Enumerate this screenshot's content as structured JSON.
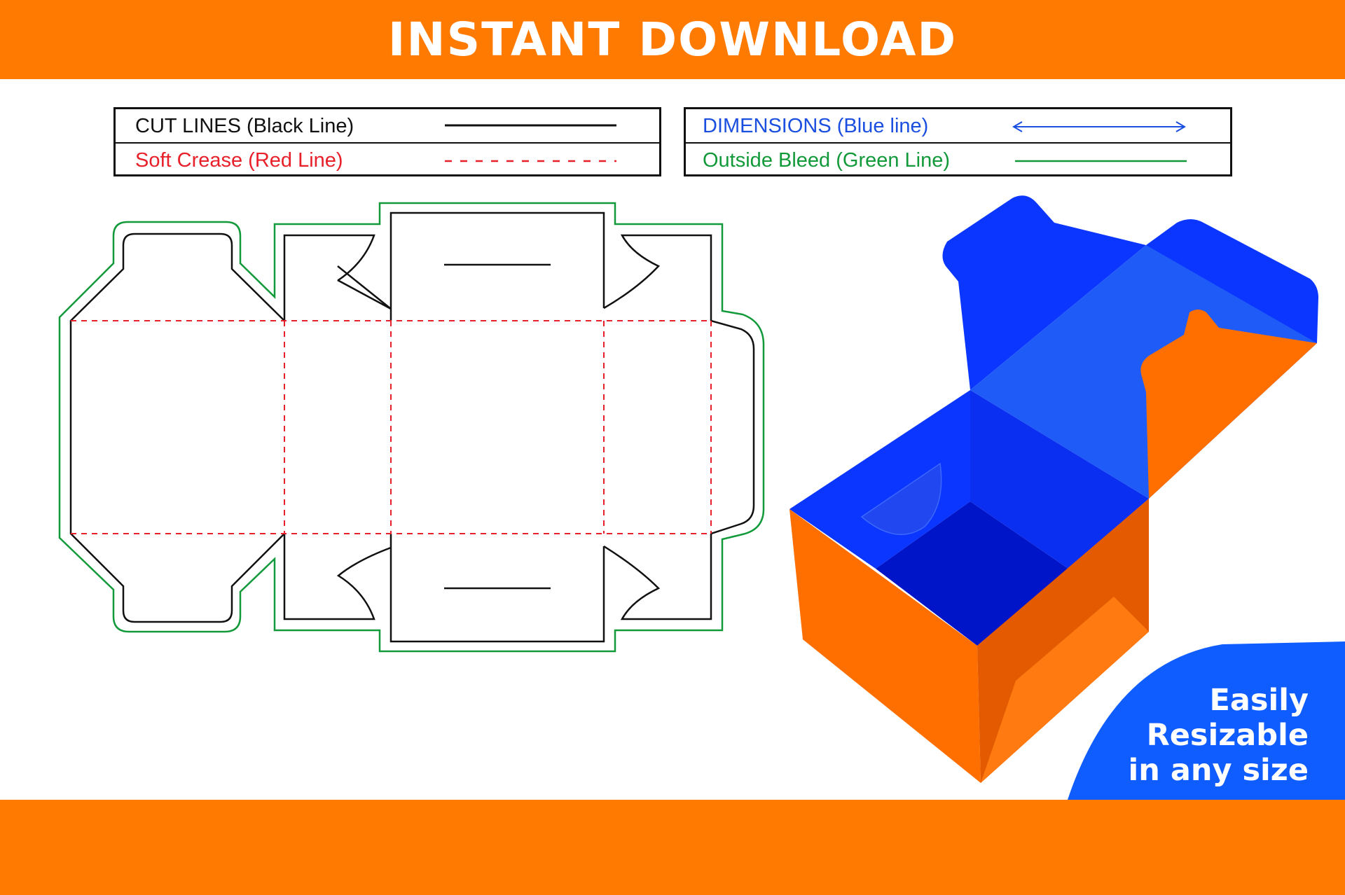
{
  "header": {
    "title": "INSTANT DOWNLOAD"
  },
  "legend": {
    "cut_lines": {
      "label": "CUT LINES (Black Line)",
      "color": "#111111"
    },
    "soft_crease": {
      "label": "Soft Crease (Red Line)",
      "color": "#e8202a"
    },
    "dimensions": {
      "label": "DIMENSIONS (Blue line)",
      "color": "#1a4fe0"
    },
    "outside_bleed": {
      "label": "Outside Bleed (Green Line)",
      "color": "#129a3a"
    }
  },
  "badge": {
    "line1": "Easily",
    "line2": "Resizable",
    "line3": "in any size",
    "color": "#0f5cff"
  },
  "colors": {
    "banner": "#ff7a00",
    "box_orange": "#ff6f00",
    "box_blue": "#0a36ff",
    "box_dark_blue": "#0014c8"
  }
}
